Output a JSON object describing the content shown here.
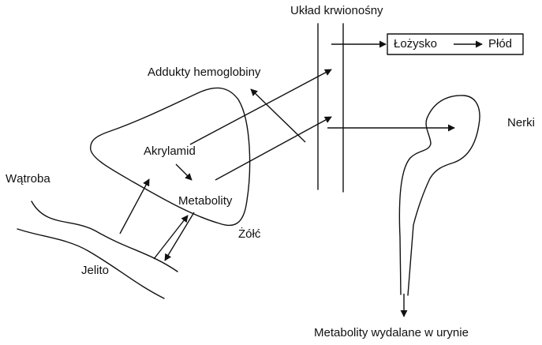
{
  "diagram": {
    "labels": {
      "bloodstream": "Układ krwionośny",
      "placenta": "Łożysko",
      "fetus": "Płód",
      "hemoglobin_adducts": "Addukty hemoglobiny",
      "kidneys": "Nerki",
      "acrylamide": "Akrylamid",
      "liver": "Wątroba",
      "metabolites": "Metabolity",
      "bile": "Żółć",
      "intestine": "Jelito",
      "urine_metabolites": "Metabolity wydalane w urynie"
    }
  }
}
